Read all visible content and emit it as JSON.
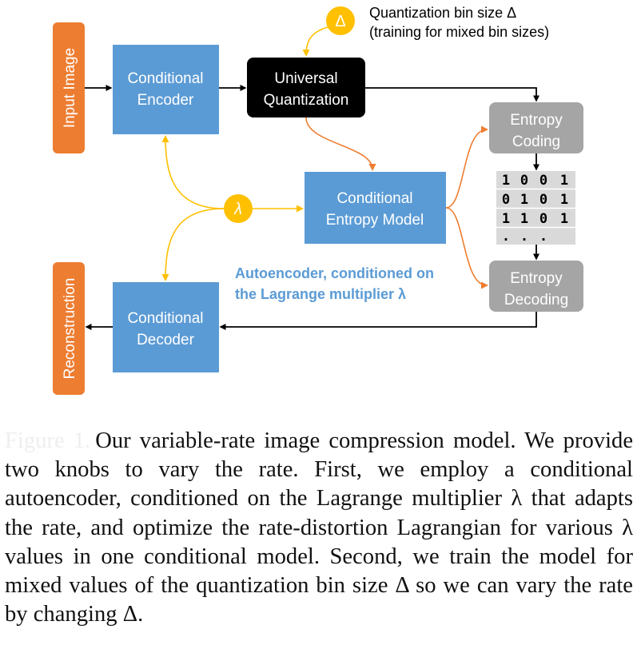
{
  "diagram": {
    "input": "Input Image",
    "reconstruction": "Reconstruction",
    "encoder": [
      "Conditional",
      "Encoder"
    ],
    "decoder": [
      "Conditional",
      "Decoder"
    ],
    "quantization": [
      "Universal",
      "Quantization"
    ],
    "entropy_model": [
      "Conditional",
      "Entropy Model"
    ],
    "entropy_coding": [
      "Entropy",
      "Coding"
    ],
    "entropy_decoding": [
      "Entropy",
      "Decoding"
    ],
    "delta_symbol": "Δ",
    "lambda_symbol": "λ",
    "delta_note": [
      "Quantization bin size Δ",
      "(training for mixed bin sizes)"
    ],
    "autoencoder_note": [
      "Autoencoder, conditioned on",
      "the Lagrange multiplier λ"
    ],
    "bits": [
      [
        "1",
        "0",
        "0",
        "1"
      ],
      [
        "0",
        "1",
        "0",
        "1"
      ],
      [
        "1",
        "1",
        "0",
        "1"
      ],
      [
        ".",
        ".",
        "."
      ]
    ]
  },
  "caption": {
    "figure_label": "Figure 1.",
    "text": "Our variable-rate image compression model. We provide two knobs to vary the rate. First, we employ a conditional autoencoder, conditioned on the Lagrange multiplier λ that adapts the rate, and optimize the rate-distortion Lagrangian for various λ values in one conditional model. Second, we train the model for mixed values of the quantization bin size Δ so we can vary the rate by changing Δ."
  },
  "colors": {
    "orange": "#ED7D31",
    "blue": "#5B9BD5",
    "black": "#000000",
    "gray": "#A5A5A5",
    "yellow": "#FFC000",
    "bitcell": "#D9D9D9",
    "note_blue": "#5B9BD5"
  }
}
